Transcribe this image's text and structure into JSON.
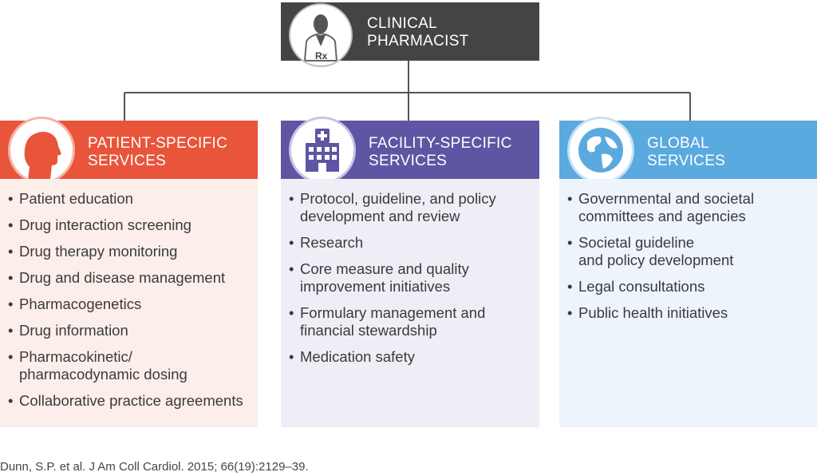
{
  "root": {
    "line1": "CLINICAL",
    "line2": "PHARMACIST",
    "icon": "pharmacist-rx-icon",
    "rx_text": "Rx"
  },
  "columns": [
    {
      "title_line1": "PATIENT-SPECIFIC",
      "title_line2": "SERVICES",
      "icon": "patient-head-icon",
      "header_color": "#e8553a",
      "items": [
        "Patient education",
        "Drug interaction screening",
        "Drug therapy monitoring",
        "Drug and disease management",
        "Pharmacogenetics",
        "Drug information",
        "Pharmacokinetic/\npharmacodynamic dosing",
        "Collaborative practice agreements"
      ]
    },
    {
      "title_line1": "FACILITY-SPECIFIC",
      "title_line2": "SERVICES",
      "icon": "hospital-building-icon",
      "header_color": "#5e56a3",
      "items": [
        "Protocol, guideline, and policy\ndevelopment and review",
        "Research",
        "Core measure and quality\nimprovement initiatives",
        "Formulary management and\nfinancial stewardship",
        "Medication safety"
      ]
    },
    {
      "title_line1": "GLOBAL",
      "title_line2": "SERVICES",
      "icon": "globe-icon",
      "header_color": "#5aa9df",
      "items": [
        "Governmental and societal\ncommittees and agencies",
        "Societal guideline\nand policy development",
        "Legal consultations",
        "Public health initiatives"
      ]
    }
  ],
  "citation": "Dunn, S.P. et al. J Am Coll Cardiol. 2015; 66(19):2129–39."
}
